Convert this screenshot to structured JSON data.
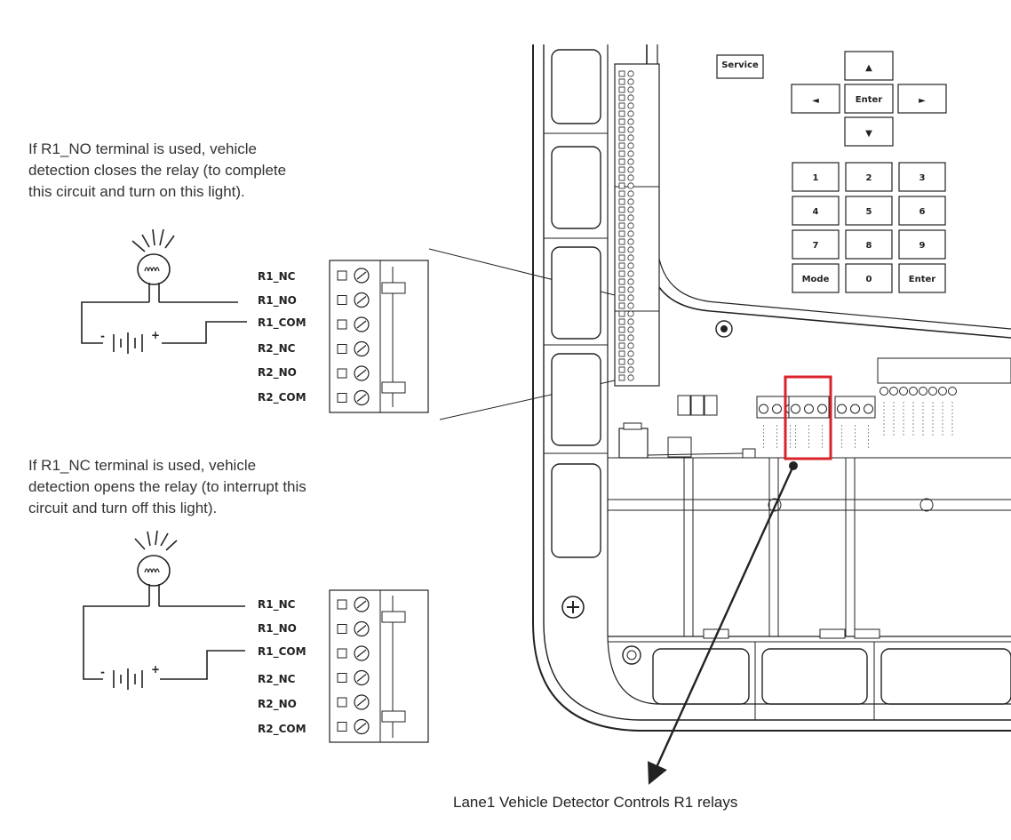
{
  "notes": {
    "no_terminal": "If R1_NO terminal is used, vehicle\ndetection closes the relay (to complete\nthis circuit and turn on this light).",
    "nc_terminal": "If R1_NC terminal is used, vehicle\ndetection opens the relay (to interrupt this\ncircuit and turn off this light)."
  },
  "terminal_labels": [
    "R1_NC",
    "R1_NO",
    "R1_COM",
    "R2_NC",
    "R2_NO",
    "R2_COM"
  ],
  "battery_signs": {
    "minus": "-",
    "plus": "+"
  },
  "keypad": {
    "service_label": "Service",
    "arrow_up": "▲",
    "arrow_left": "◄",
    "arrow_right": "►",
    "arrow_down": "▼",
    "enter_label": "Enter",
    "keys": [
      "1",
      "2",
      "3",
      "4",
      "5",
      "6",
      "7",
      "8",
      "9",
      "Mode",
      "0",
      "Enter"
    ]
  },
  "caption": "Lane1 Vehicle Detector Controls R1 relays",
  "colors": {
    "highlight": "#d8232a",
    "line": "#222222",
    "fill": "#f2f2f2"
  }
}
